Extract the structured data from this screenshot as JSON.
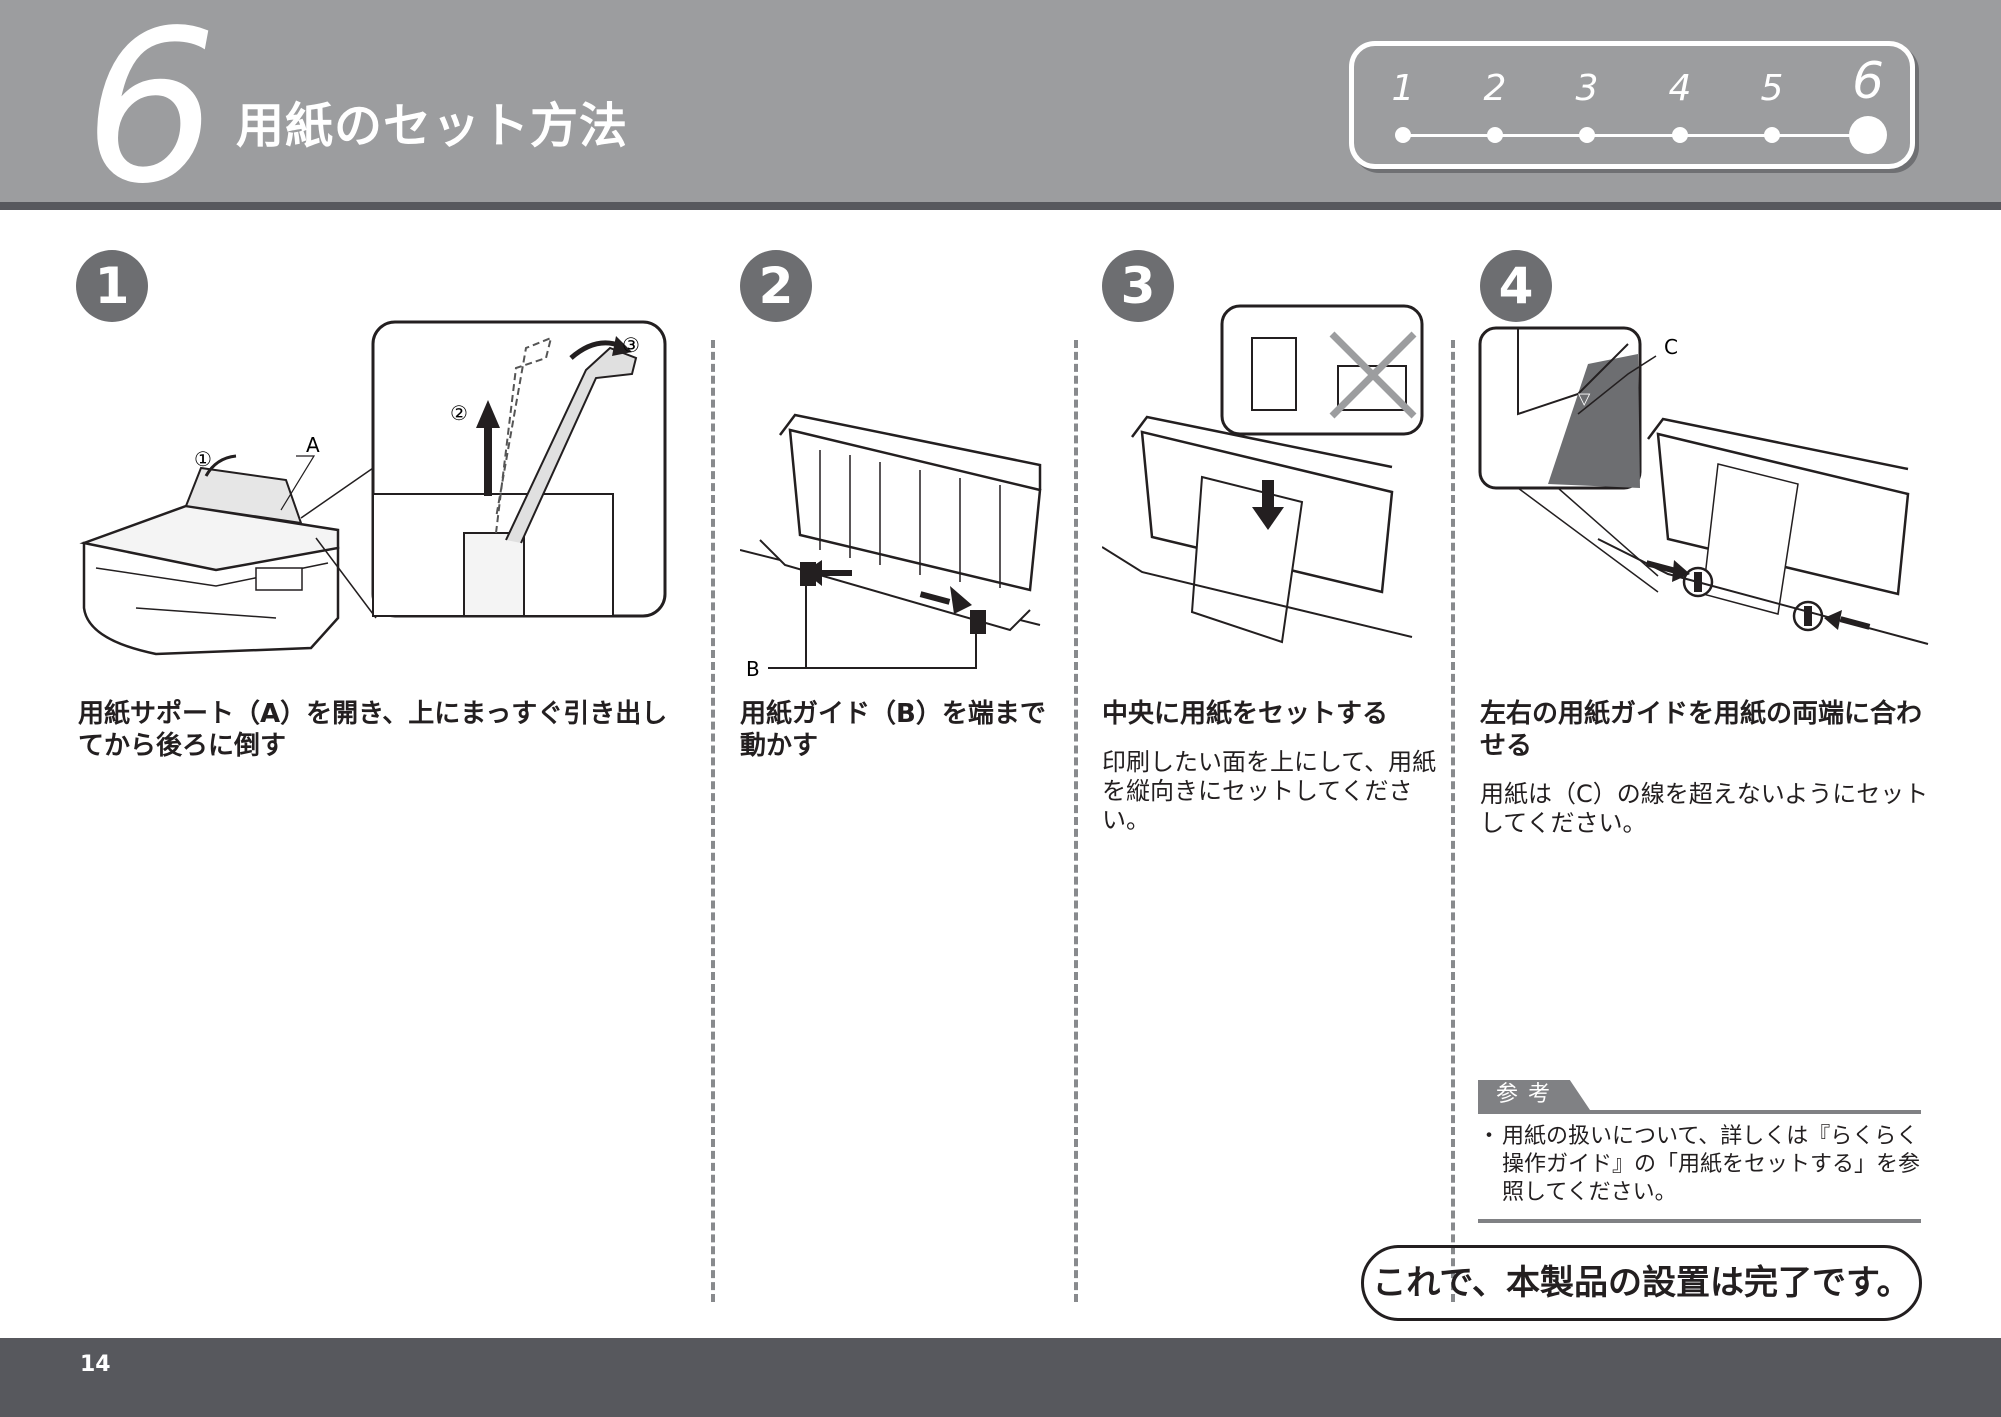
{
  "header": {
    "section_number": "6",
    "title": "用紙のセット方法",
    "progress_steps": [
      "1",
      "2",
      "3",
      "4",
      "5",
      "6"
    ],
    "active_step": 6
  },
  "steps": [
    {
      "number": "1",
      "heading_lines": [
        "用紙サポート（A）を開き、上にまっすぐ引き出し",
        "てから後ろに倒す"
      ],
      "body_lines": [],
      "figure_labels": {
        "a": "A",
        "c1": "①",
        "c2": "②",
        "c3": "③"
      }
    },
    {
      "number": "2",
      "heading_lines": [
        "用紙ガイド（B）を端まで",
        "動かす"
      ],
      "body_lines": [],
      "figure_labels": {
        "b": "B"
      }
    },
    {
      "number": "3",
      "heading_lines": [
        "中央に用紙をセットする"
      ],
      "body_lines": [
        "印刷したい面を上にして、用紙",
        "を縦向きにセットしてくださ",
        "い。"
      ]
    },
    {
      "number": "4",
      "heading_lines": [
        "左右の用紙ガイドを用紙の両端に合わ",
        "せる"
      ],
      "body_lines": [
        "用紙は（C）の線を超えないようにセット",
        "してください。"
      ],
      "figure_labels": {
        "c": "C"
      }
    }
  ],
  "note": {
    "tab_label": "参考",
    "bullet": "・",
    "lines": [
      "用紙の扱いについて、詳しくは『らくらく",
      "操作ガイド』の「用紙をセットする」を参",
      "照してください。"
    ]
  },
  "completion_message": "これで、本製品の設置は完了です。",
  "footer": {
    "page_number": "14"
  }
}
